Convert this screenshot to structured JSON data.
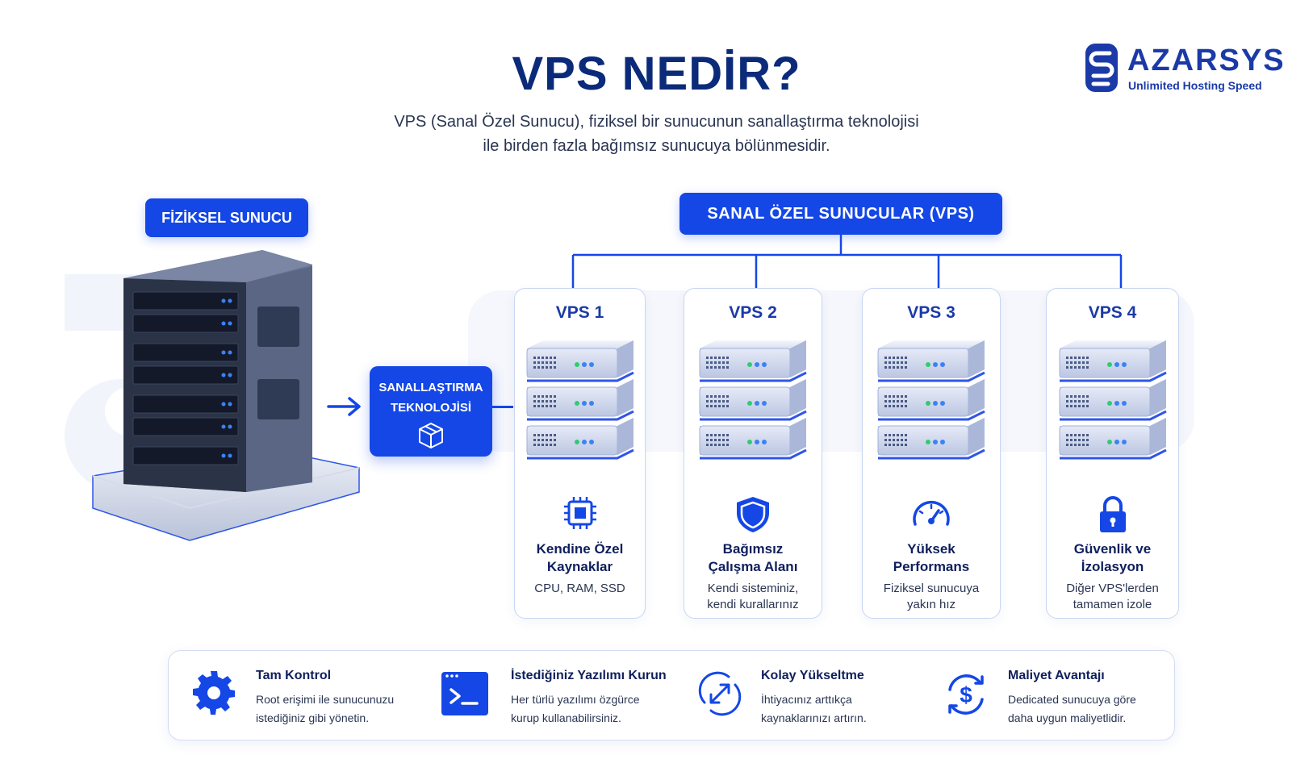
{
  "header": {
    "title": "VPS NEDİR?",
    "subtitle_line1": "VPS (Sanal Özel Sunucu), fiziksel bir sunucunun sanallaştırma teknolojisi",
    "subtitle_line2": "ile birden fazla bağımsız sunucuya bölünmesidir."
  },
  "logo": {
    "name": "AZARSYS",
    "tagline": "Unlimited Hosting Speed"
  },
  "physical": {
    "label": "FİZİKSEL SUNUCU"
  },
  "virtualization": {
    "line1": "SANALLAŞTIRMA",
    "line2": "TEKNOLOJİSİ",
    "icon": "cube-icon"
  },
  "vps_group": {
    "label": "SANAL ÖZEL SUNUCULAR (VPS)"
  },
  "vps_cards": [
    {
      "title": "VPS 1",
      "icon": "cpu-chip-icon",
      "feature_line1": "Kendine Özel",
      "feature_line2": "Kaynaklar",
      "desc_line1": "CPU, RAM, SSD",
      "desc_line2": ""
    },
    {
      "title": "VPS 2",
      "icon": "shield-icon",
      "feature_line1": "Bağımsız",
      "feature_line2": "Çalışma Alanı",
      "desc_line1": "Kendi sisteminiz,",
      "desc_line2": "kendi kurallarınız"
    },
    {
      "title": "VPS 3",
      "icon": "speedometer-icon",
      "feature_line1": "Yüksek",
      "feature_line2": "Performans",
      "desc_line1": "Fiziksel sunucuya",
      "desc_line2": "yakın hız"
    },
    {
      "title": "VPS 4",
      "icon": "lock-icon",
      "feature_line1": "Güvenlik ve",
      "feature_line2": "İzolasyon",
      "desc_line1": "Diğer VPS'lerden",
      "desc_line2": "tamamen izole"
    }
  ],
  "benefits": [
    {
      "icon": "gear-icon",
      "title": "Tam Kontrol",
      "desc_line1": "Root erişimi ile sunucunuzu",
      "desc_line2": "istediğiniz gibi yönetin."
    },
    {
      "icon": "terminal-icon",
      "title": "İstediğiniz Yazılımı Kurun",
      "desc_line1": "Her türlü yazılımı özgürce",
      "desc_line2": "kurup kullanabilirsiniz."
    },
    {
      "icon": "resize-arrows-icon",
      "title": "Kolay Yükseltme",
      "desc_line1": "İhtiyacınız arttıkça",
      "desc_line2": "kaynaklarınızı artırın."
    },
    {
      "icon": "dollar-cycle-icon",
      "title": "Maliyet Avantajı",
      "desc_line1": "Dedicated sunucuya göre",
      "desc_line2": "daha uygun maliyetlidir."
    }
  ],
  "colors": {
    "primary": "#1447e6",
    "navy": "#0b2a7a",
    "accent_green": "#2ecc71"
  }
}
